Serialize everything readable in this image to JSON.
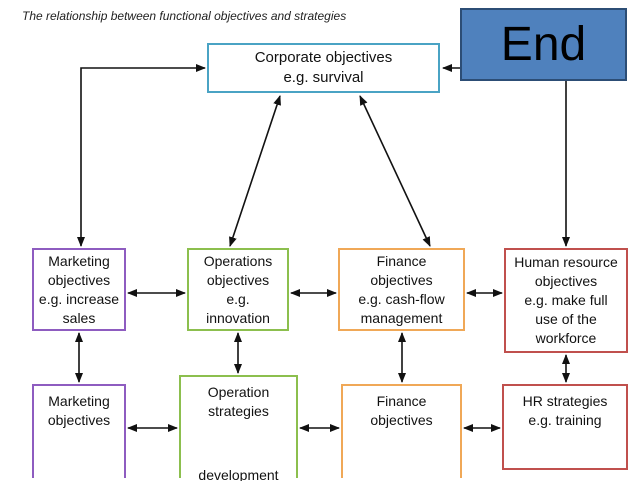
{
  "title": "The relationship between functional objectives and strategies",
  "end_button": {
    "label": "End"
  },
  "corporate": {
    "lines": [
      "Corporate objectives",
      "e.g. survival"
    ]
  },
  "marketing_objectives": {
    "lines": [
      "Marketing",
      "objectives",
      "e.g. increase",
      "sales"
    ]
  },
  "operations_objectives": {
    "lines": [
      "Operations",
      "objectives",
      "e.g.",
      "innovation"
    ]
  },
  "finance_objectives": {
    "lines": [
      "Finance",
      "objectives",
      "e.g. cash-flow",
      "management"
    ]
  },
  "hr_objectives": {
    "lines": [
      "Human resource",
      "objectives",
      "e.g. make full",
      "use of the",
      "workforce"
    ]
  },
  "marketing_strategies": {
    "lines": [
      "Marketing",
      "objectives"
    ]
  },
  "operation_strategies": {
    "lines": [
      "Operation",
      "strategies"
    ],
    "cut_text": "development"
  },
  "finance_strategies": {
    "lines": [
      "Finance",
      "objectives"
    ]
  },
  "hr_strategies": {
    "lines": [
      "HR strategies",
      "e.g. training"
    ]
  },
  "colors": {
    "corporate": "#4aa3c4",
    "marketing": "#8e5cc0",
    "operations": "#8cbf4e",
    "finance": "#f0a857",
    "hr": "#c0504d",
    "end_fill": "#4f81bd"
  }
}
